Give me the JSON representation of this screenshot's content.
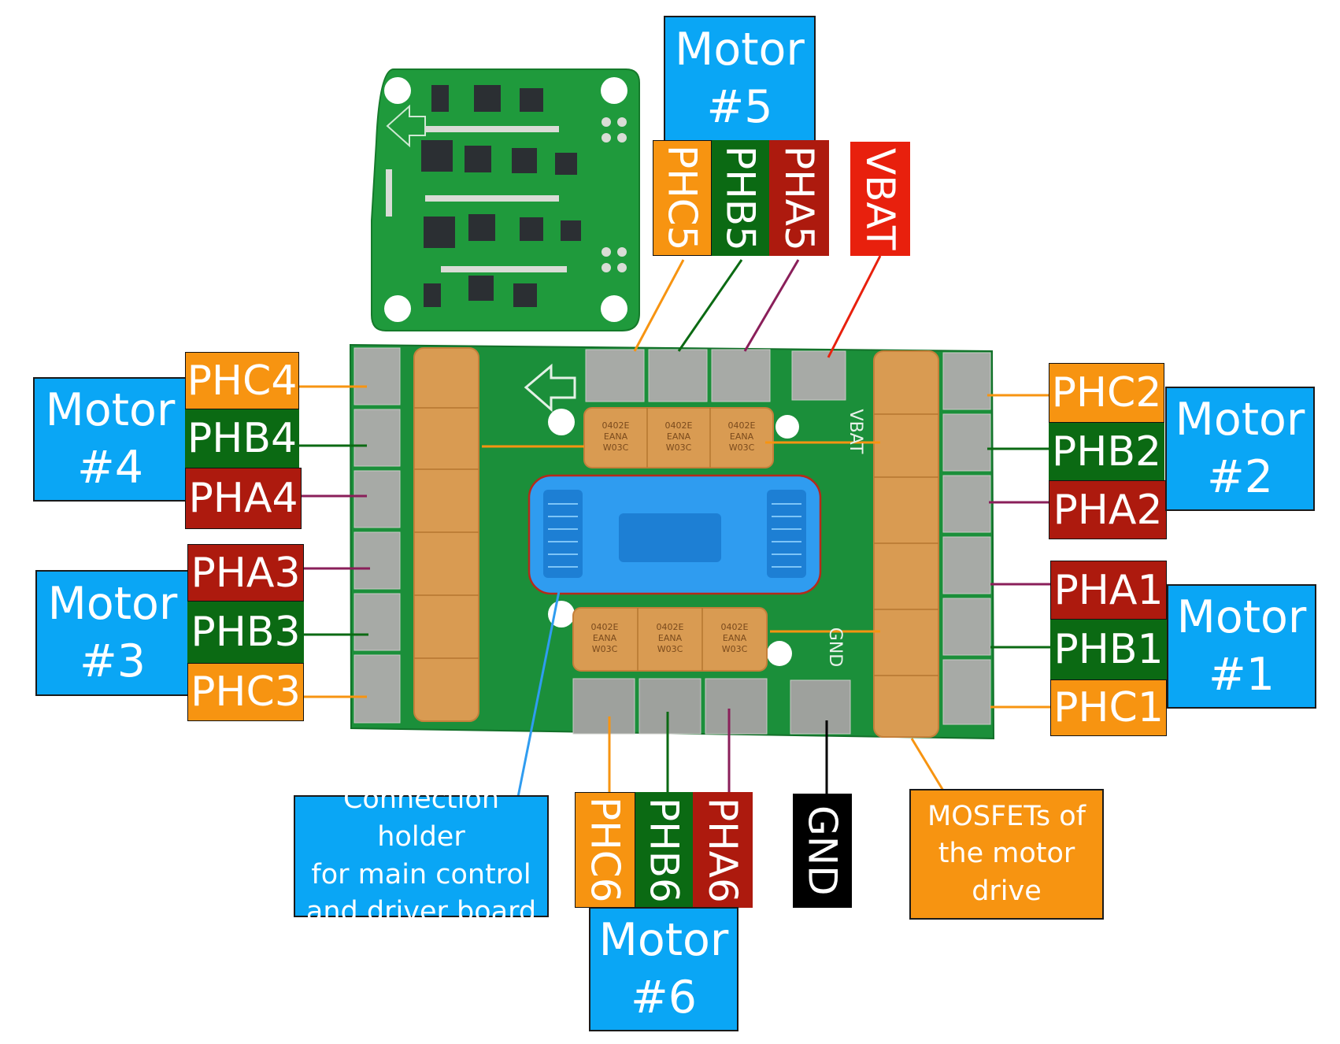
{
  "colors": {
    "phc": "#f79411",
    "phb": "#0b6a13",
    "pha": "#ad1a0e",
    "vbat": "#e8200d",
    "gnd": "#000000",
    "motor": "#0aa6f5",
    "pcb": "#1b8f3a",
    "pad": "#a7aaa6",
    "mosfet": "#d99b52",
    "holder": "#2f9cf0"
  },
  "motors": [
    {
      "line1": "Motor",
      "line2": "#1"
    },
    {
      "line1": "Motor",
      "line2": "#2"
    },
    {
      "line1": "Motor",
      "line2": "#3"
    },
    {
      "line1": "Motor",
      "line2": "#4"
    },
    {
      "line1": "Motor",
      "line2": "#5"
    },
    {
      "line1": "Motor",
      "line2": "#6"
    }
  ],
  "phase_labels": {
    "m1": [
      "PHA1",
      "PHB1",
      "PHC1"
    ],
    "m2": [
      "PHC2",
      "PHB2",
      "PHA2"
    ],
    "m3": [
      "PHA3",
      "PHB3",
      "PHC3"
    ],
    "m4": [
      "PHC4",
      "PHB4",
      "PHA4"
    ],
    "m5": [
      "PHC5",
      "PHB5",
      "PHA5"
    ],
    "m6": [
      "PHC6",
      "PHB6",
      "PHA6"
    ]
  },
  "power": {
    "vbat": "VBAT",
    "gnd": "GND"
  },
  "notes": {
    "holder": [
      "Connection holder",
      "for main control",
      "and driver board"
    ],
    "mosfets": [
      "MOSFETs of",
      "the motor",
      "drive"
    ]
  },
  "board_silkscreen": {
    "vbat": "VBAT",
    "gnd": "GND",
    "chip_lines": [
      "0402E",
      "EANA",
      "W03C"
    ]
  }
}
